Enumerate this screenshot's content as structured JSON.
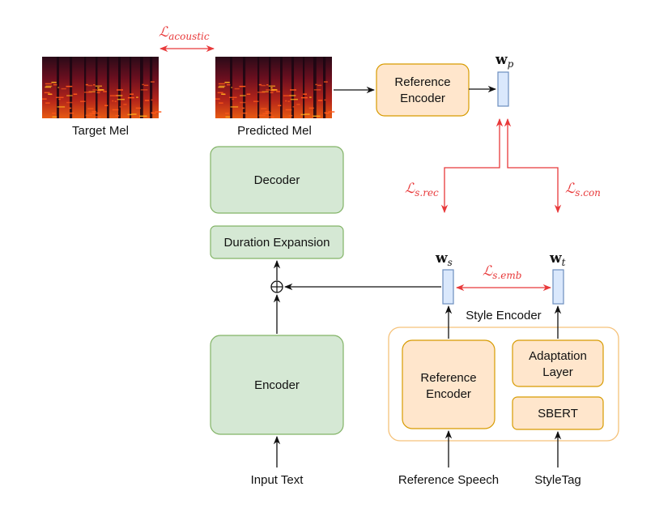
{
  "mels": {
    "target_label": "Target Mel",
    "predicted_label": "Predicted Mel"
  },
  "boxes": {
    "ref_encoder_top": [
      "Reference",
      "Encoder"
    ],
    "decoder": "Decoder",
    "duration_expansion": "Duration Expansion",
    "encoder": "Encoder",
    "ref_encoder_style": [
      "Reference",
      "Encoder"
    ],
    "adaptation_layer": [
      "Adaptation",
      "Layer"
    ],
    "sbert": "SBERT"
  },
  "group": {
    "style_encoder_label": "Style Encoder"
  },
  "inputs": {
    "input_text": "Input Text",
    "reference_speech": "Reference Speech",
    "style_tag": "StyleTag"
  },
  "embeddings": {
    "wp": {
      "main": "w",
      "sub": "p"
    },
    "ws": {
      "main": "w",
      "sub": "s"
    },
    "wt": {
      "main": "w",
      "sub": "t"
    }
  },
  "losses": {
    "acoustic": {
      "main": "ℒ",
      "sub": "acoustic"
    },
    "s_rec": {
      "main": "ℒ",
      "sub": "s.rec"
    },
    "s_con": {
      "main": "ℒ",
      "sub": "s.con"
    },
    "s_emb": {
      "main": "ℒ",
      "sub": "s.emb"
    }
  },
  "colors": {
    "green_fill": "#d5e8d4",
    "green_stroke": "#82b366",
    "orange_fill": "#ffe6cc",
    "orange_stroke": "#d79b00",
    "group_stroke": "#f5c27a",
    "blue_fill": "#dae8fc",
    "blue_stroke": "#6c8ebf",
    "loss_red": "#e8393a"
  }
}
